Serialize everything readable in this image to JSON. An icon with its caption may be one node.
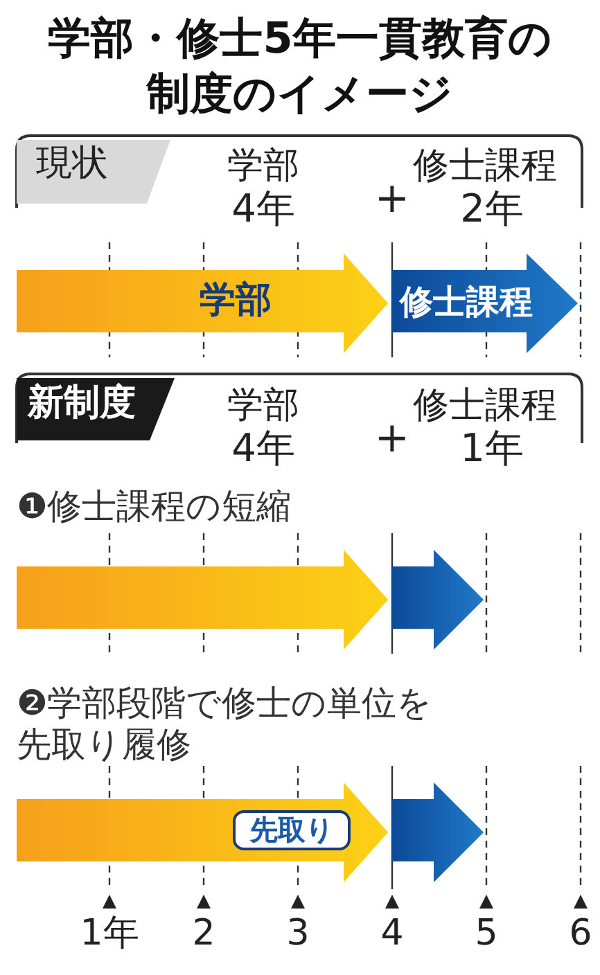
{
  "diagram": {
    "title": "学部・修士5年一貫教育の制度のイメージ",
    "nodes": [
      {
        "text": [
          "学部"
        ]
      },
      {
        "text": [
          "修士課程"
        ]
      },
      {
        "text": [],
        "shape": "arrow"
      },
      {
        "text": [],
        "shape": "arrow"
      },
      {
        "text": [],
        "shape": "arrow"
      },
      {
        "text": [
          "先取り"
        ],
        "in": 4
      },
      {
        "text": [],
        "shape": "arrow"
      }
    ],
    "edges": [],
    "labels": [
      "現状",
      "学部",
      "4年",
      "+",
      "修士課程",
      "2年",
      "新制度",
      "学部",
      "4年",
      "+",
      "修士課程",
      "1年",
      "❶修士課程の短縮",
      "❷学部段階で修士の単位を先取り履修",
      "1年",
      "2",
      "3",
      "4",
      "5",
      "6"
    ]
  }
}
